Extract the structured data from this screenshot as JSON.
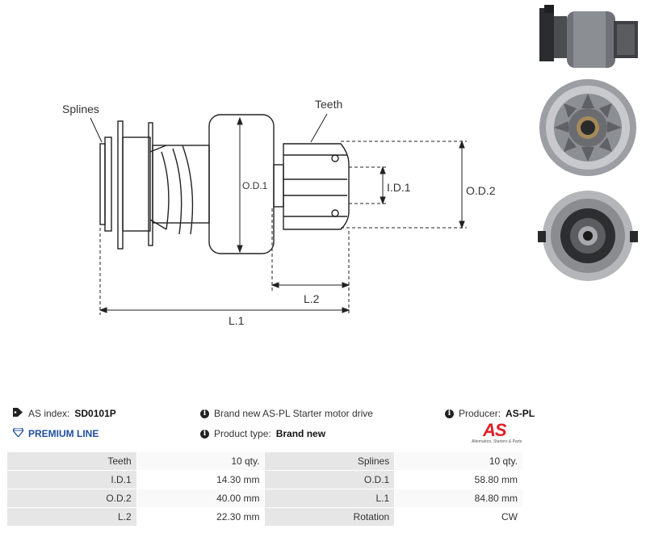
{
  "diagram": {
    "labels": {
      "splines": "Splines",
      "teeth": "Teeth",
      "od1": "O.D.1",
      "id1": "I.D.1",
      "od2": "O.D.2",
      "l1": "L.1",
      "l2": "L.2"
    }
  },
  "info": {
    "index_label": "AS index:",
    "index_value": "SD0101P",
    "description": "Brand new AS-PL Starter motor drive",
    "producer_label": "Producer:",
    "producer_value": "AS-PL",
    "premium": "PREMIUM LINE",
    "product_type_label": "Product type:",
    "product_type_value": "Brand new"
  },
  "logo": {
    "mark": "AS",
    "tagline": "Alternators, Starters & Parts"
  },
  "specs": [
    {
      "label_a": "Teeth",
      "value_a": "10 qty.",
      "label_b": "Splines",
      "value_b": "10 qty."
    },
    {
      "label_a": "I.D.1",
      "value_a": "14.30 mm",
      "label_b": "O.D.1",
      "value_b": "58.80 mm"
    },
    {
      "label_a": "O.D.2",
      "value_a": "40.00 mm",
      "label_b": "L.1",
      "value_b": "84.80 mm"
    },
    {
      "label_a": "L.2",
      "value_a": "22.30 mm",
      "label_b": "Rotation",
      "value_b": "CW"
    }
  ]
}
